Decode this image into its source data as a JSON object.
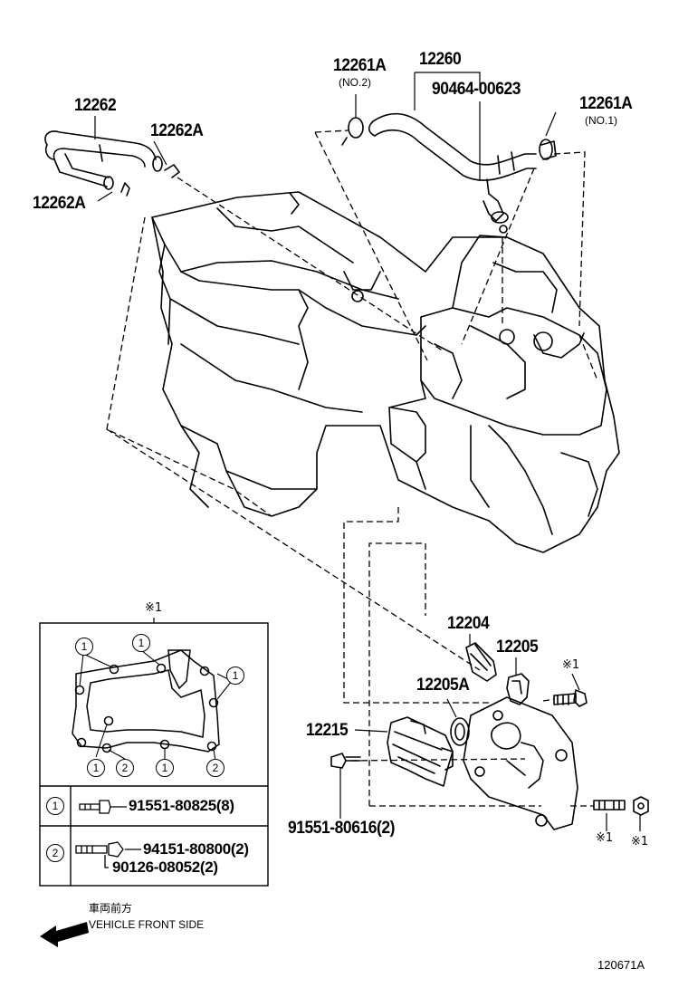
{
  "labels": {
    "p12260": "12260",
    "p12261a_top": "12261A",
    "p12261a_top_note": "(NO.2)",
    "p90464": "90464-00623",
    "p12261a_right": "12261A",
    "p12261a_right_note": "(NO.1)",
    "p12262": "12262",
    "p12262a_right": "12262A",
    "p12262a_left": "12262A",
    "p12204": "12204",
    "p12205": "12205",
    "p12205a": "12205A",
    "p12215": "12215",
    "p91551_80616": "91551-80616(2)",
    "ref_mark": "※1",
    "ref_mark_stud": "※1",
    "ref_mark_nut": "※1",
    "ref_mark_bolt": "※1"
  },
  "inset": {
    "title": "※1",
    "callout_1": "1",
    "callout_2": "2",
    "legend": [
      {
        "mark": "1",
        "parts": [
          "91551-80825(8)"
        ]
      },
      {
        "mark": "2",
        "parts": [
          "94151-80800(2)",
          "90126-08052(2)"
        ]
      }
    ]
  },
  "front": {
    "jp": "車両前方",
    "en": "VEHICLE FRONT SIDE"
  },
  "figure_id": "120671A"
}
